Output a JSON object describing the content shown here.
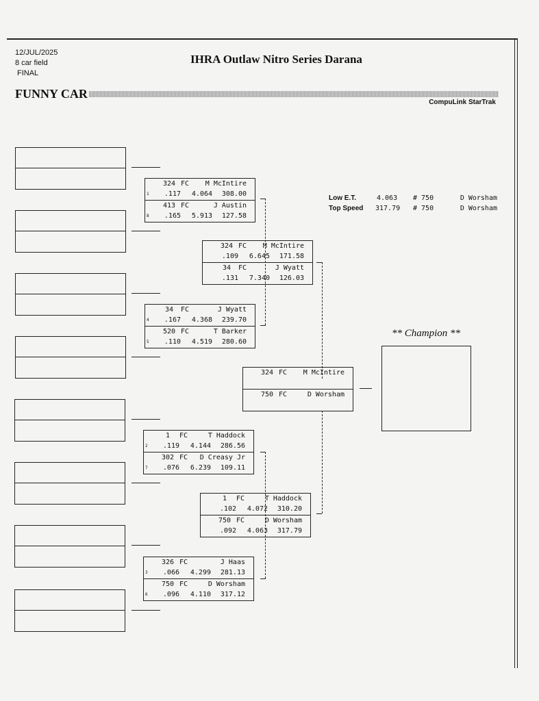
{
  "header": {
    "date": "12/JUL/2025",
    "field": "8 car field",
    "round": "FINAL",
    "title": "IHRA Outlaw Nitro Series Darana",
    "category": "FUNNY CAR",
    "software": "CompuLink StarTrak"
  },
  "stats": {
    "low_et": {
      "label": "Low  E.T.",
      "value": "4.063",
      "car": "# 750",
      "driver": "D Worsham"
    },
    "top_speed": {
      "label": "Top Speed",
      "value": "317.79",
      "car": "# 750",
      "driver": "D Worsham"
    }
  },
  "champion": {
    "label": "** Champion **"
  },
  "races": [
    {
      "round": "1",
      "lanes": [
        {
          "seed": "1",
          "car": "324",
          "class": "FC",
          "driver": "M McIntire",
          "rt": ".117",
          "et": "4.064",
          "speed": "308.00"
        },
        {
          "seed": "8",
          "car": "413",
          "class": "FC",
          "driver": "J Austin",
          "rt": ".165",
          "et": "5.913",
          "speed": "127.58"
        }
      ]
    },
    {
      "round": "1",
      "lanes": [
        {
          "seed": "4",
          "car": "34",
          "class": "FC",
          "driver": "J Wyatt",
          "rt": ".167",
          "et": "4.368",
          "speed": "239.70"
        },
        {
          "seed": "5",
          "car": "520",
          "class": "FC",
          "driver": "T Barker",
          "rt": ".110",
          "et": "4.519",
          "speed": "280.60"
        }
      ]
    },
    {
      "round": "1",
      "lanes": [
        {
          "seed": "2",
          "car": "1",
          "class": "FC",
          "driver": "T Haddock",
          "rt": ".119",
          "et": "4.144",
          "speed": "286.56"
        },
        {
          "seed": "7",
          "car": "302",
          "class": "FC",
          "driver": "D Creasy Jr",
          "rt": ".076",
          "et": "6.239",
          "speed": "109.11"
        }
      ]
    },
    {
      "round": "1",
      "lanes": [
        {
          "seed": "3",
          "car": "326",
          "class": "FC",
          "driver": "J Haas",
          "rt": ".066",
          "et": "4.299",
          "speed": "281.13"
        },
        {
          "seed": "6",
          "car": "750",
          "class": "FC",
          "driver": "D Worsham",
          "rt": ".096",
          "et": "4.110",
          "speed": "317.12"
        }
      ]
    },
    {
      "round": "2",
      "lanes": [
        {
          "car": "324",
          "class": "FC",
          "driver": "M McIntire",
          "rt": ".109",
          "et": "6.645",
          "speed": "171.58"
        },
        {
          "car": "34",
          "class": "FC",
          "driver": "J Wyatt",
          "rt": ".131",
          "et": "7.340",
          "speed": "126.03"
        }
      ]
    },
    {
      "round": "2",
      "lanes": [
        {
          "car": "1",
          "class": "FC",
          "driver": "T Haddock",
          "rt": ".102",
          "et": "4.072",
          "speed": "310.20"
        },
        {
          "car": "750",
          "class": "FC",
          "driver": "D Worsham",
          "rt": ".092",
          "et": "4.063",
          "speed": "317.79"
        }
      ]
    },
    {
      "round": "final",
      "lanes": [
        {
          "car": "324",
          "class": "FC",
          "driver": "M McIntire"
        },
        {
          "car": "750",
          "class": "FC",
          "driver": "D Worsham"
        }
      ]
    }
  ]
}
